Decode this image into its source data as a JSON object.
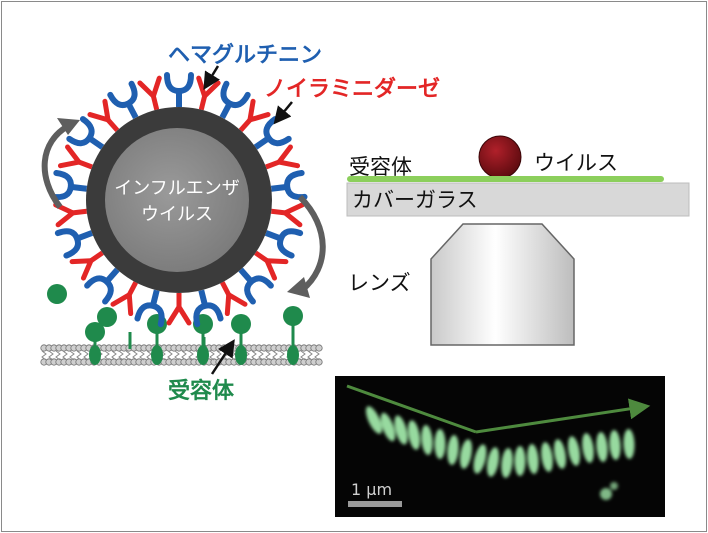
{
  "labels": {
    "hemagglutinin": "ヘマグルチニン",
    "neuraminidase": "ノイラミニダーゼ",
    "virus_core_line1": "インフルエンザ",
    "virus_core_line2": "ウイルス",
    "receptor_left": "受容体",
    "receptor_right": "受容体",
    "virus_right": "ウイルス",
    "cover_glass": "カバーガラス",
    "lens": "レンズ",
    "scalebar": "1 μm"
  },
  "colors": {
    "hemagglutinin": "#1f5fb0",
    "neuraminidase": "#e32626",
    "receptor": "#1f8a4c",
    "virus_shell": "#3a3a3a",
    "virus_core": "#8c8c8c",
    "virus_particle": "#7a0e14",
    "track_glow": "#9fe6a8",
    "track_arrow": "#4e8a3e"
  }
}
